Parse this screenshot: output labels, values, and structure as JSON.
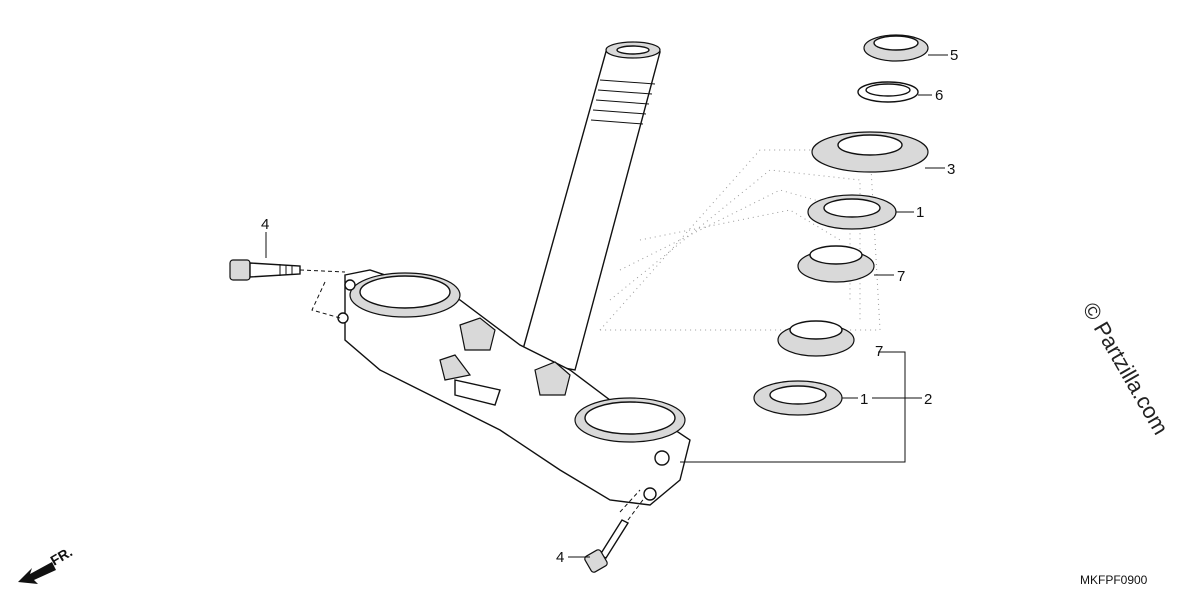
{
  "callouts": [
    {
      "id": "5",
      "text": "5"
    },
    {
      "id": "6",
      "text": "6"
    },
    {
      "id": "3",
      "text": "3"
    },
    {
      "id": "1a",
      "text": "1"
    },
    {
      "id": "7a",
      "text": "7"
    },
    {
      "id": "7b",
      "text": "7"
    },
    {
      "id": "1b",
      "text": "1"
    },
    {
      "id": "2",
      "text": "2"
    },
    {
      "id": "4a",
      "text": "4"
    },
    {
      "id": "4b",
      "text": "4"
    }
  ],
  "diagram_code": "MKFPF0900",
  "watermark": "© Partzilla.com",
  "front_marker": "FR."
}
